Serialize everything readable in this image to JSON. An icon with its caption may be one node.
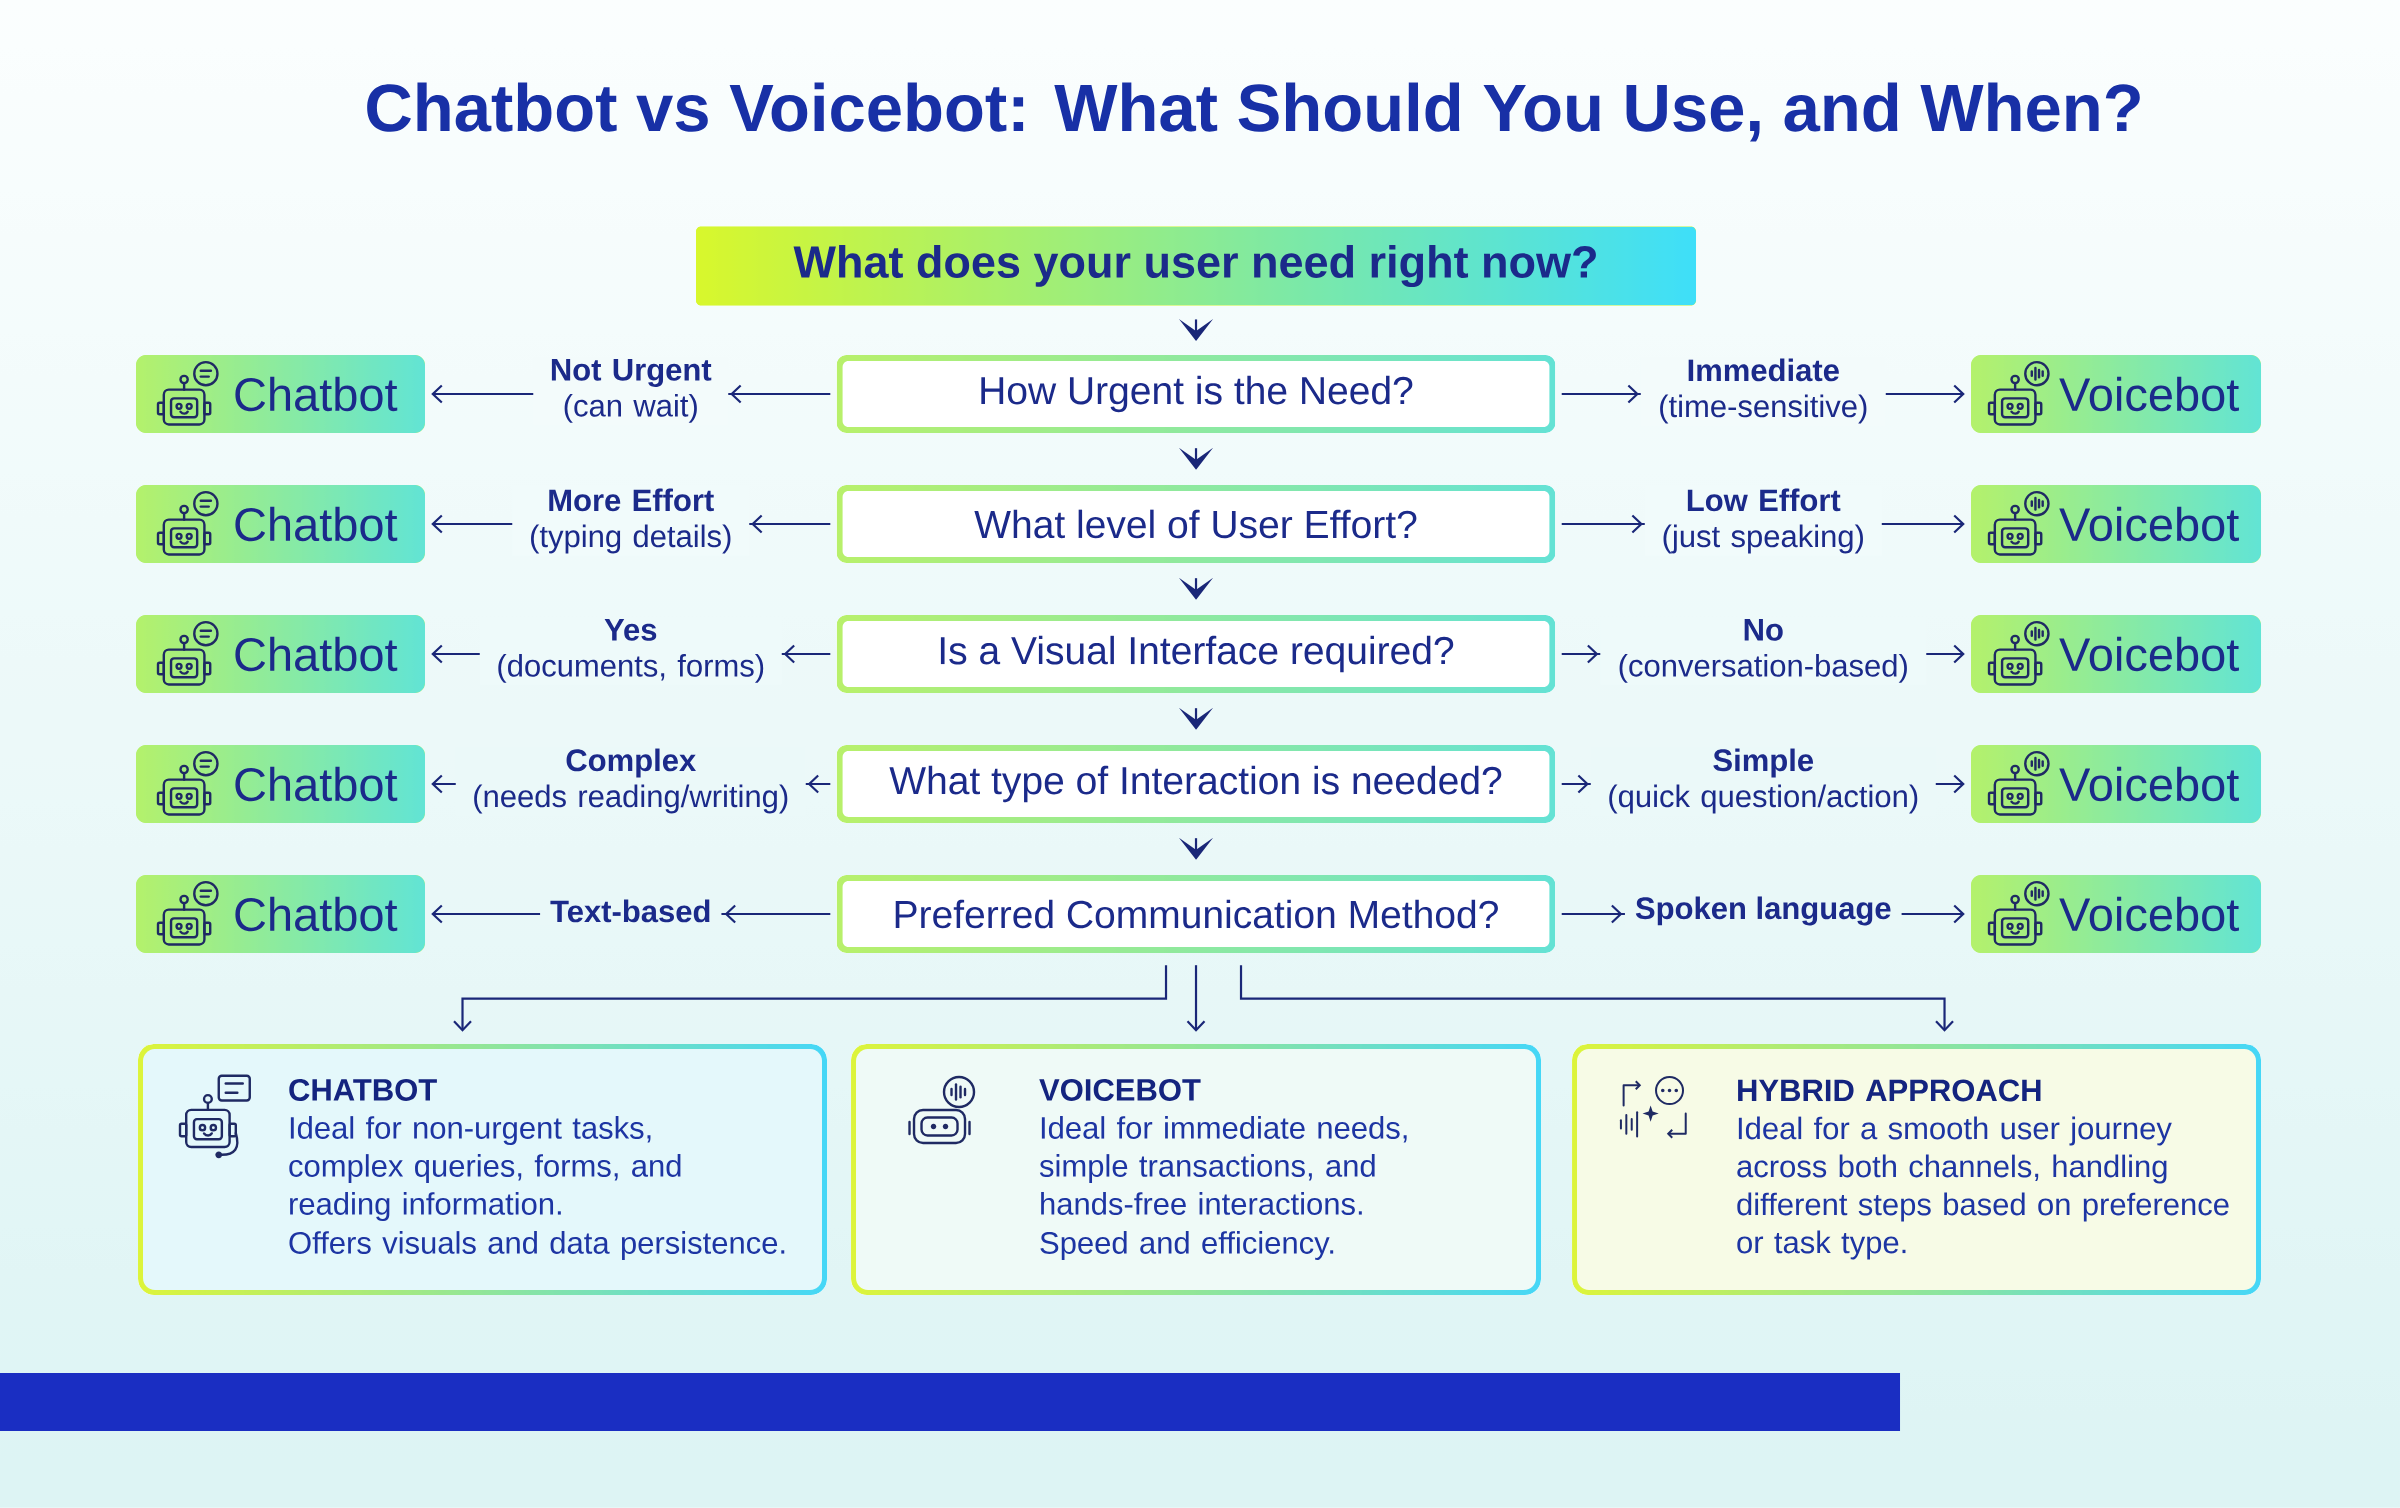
{
  "diagram": {
    "title": "Chatbot vs Voicebot: What Should You Use, and When?",
    "nodes": [
      {
        "text": [
          "What does your user need right now?"
        ]
      },
      {
        "text": [
          "Chatbot"
        ]
      },
      {
        "text": [
          "How Urgent is the Need?"
        ]
      },
      {
        "text": [
          "Voicebot"
        ]
      },
      {
        "text": [
          "Chatbot"
        ]
      },
      {
        "text": [
          "What level of User Effort?"
        ]
      },
      {
        "text": [
          "Voicebot"
        ]
      },
      {
        "text": [
          "Chatbot"
        ]
      },
      {
        "text": [
          "Is a Visual Interface required?"
        ]
      },
      {
        "text": [
          "Voicebot"
        ]
      },
      {
        "text": [
          "Chatbot"
        ]
      },
      {
        "text": [
          "What type of Interaction is needed?"
        ]
      },
      {
        "text": [
          "Voicebot"
        ]
      },
      {
        "text": [
          "Chatbot"
        ]
      },
      {
        "text": [
          "Preferred Communication Method?"
        ]
      },
      {
        "text": [
          "Voicebot"
        ]
      },
      {
        "text": [
          "CHATBOT",
          "Ideal for non-urgent tasks, complex queries, forms, and reading information.",
          "Offers visuals and data persistence."
        ]
      },
      {
        "text": [
          "VOICEBOT",
          "Ideal for immediate needs, simple transactions, and hands-free interactions.",
          "Speed and efficiency."
        ]
      },
      {
        "text": [
          "HYBRID APPROACH",
          "Ideal for a smooth user journey across both channels, handling different steps based on preference or task type."
        ]
      }
    ],
    "edges": [
      {
        "from": 0,
        "to": 2,
        "arrow": "to"
      },
      {
        "from": 2,
        "to": 1,
        "arrow": "to",
        "label": "**Not Urgent** (can wait)"
      },
      {
        "from": 2,
        "to": 3,
        "arrow": "to",
        "label": "**Immediate** (time-sensitive)"
      },
      {
        "from": 2,
        "to": 5,
        "arrow": "to"
      },
      {
        "from": 5,
        "to": 4,
        "arrow": "to",
        "label": "**More Effort** (typing details)"
      },
      {
        "from": 5,
        "to": 6,
        "arrow": "to",
        "label": "**Low Effort** (just speaking)"
      },
      {
        "from": 5,
        "to": 8,
        "arrow": "to"
      },
      {
        "from": 8,
        "to": 7,
        "arrow": "to",
        "label": "**Yes** (documents, forms)"
      },
      {
        "from": 8,
        "to": 9,
        "arrow": "to",
        "label": "**No** (conversation-based)"
      },
      {
        "from": 8,
        "to": 11,
        "arrow": "to"
      },
      {
        "from": 11,
        "to": 10,
        "arrow": "to",
        "label": "**Complex** (needs reading/writing)"
      },
      {
        "from": 11,
        "to": 12,
        "arrow": "to",
        "label": "**Simple** (quick question/action)"
      },
      {
        "from": 11,
        "to": 14,
        "arrow": "to"
      },
      {
        "from": 14,
        "to": 13,
        "arrow": "to",
        "label": "Text-based"
      },
      {
        "from": 14,
        "to": 15,
        "arrow": "to",
        "label": "Spoken language"
      },
      {
        "from": 14,
        "to": 16,
        "arrow": "to"
      },
      {
        "from": 14,
        "to": 17,
        "arrow": "to"
      },
      {
        "from": 14,
        "to": 18,
        "arrow": "to"
      }
    ]
  }
}
